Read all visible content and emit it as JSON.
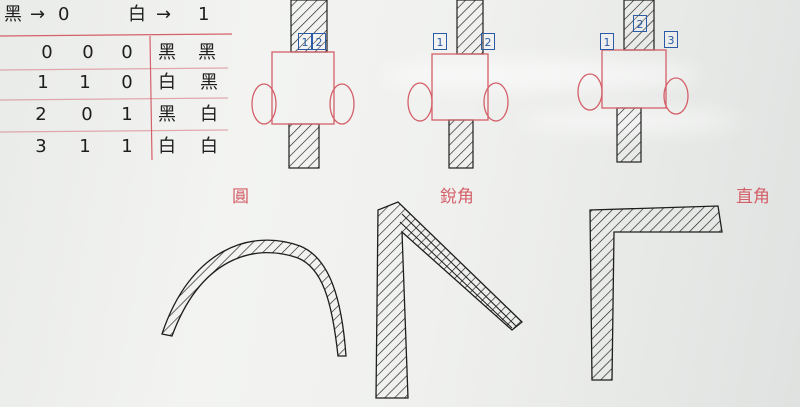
{
  "legend": {
    "black_label": "黑",
    "black_value": "0",
    "white_label": "白",
    "white_value": "1",
    "arrow": "→"
  },
  "table": {
    "rows": [
      {
        "index": "0",
        "a": "0",
        "b": "0",
        "left": "黑",
        "right": "黑"
      },
      {
        "index": "1",
        "a": "1",
        "b": "0",
        "left": "白",
        "right": "黑"
      },
      {
        "index": "2",
        "a": "0",
        "b": "1",
        "left": "黑",
        "right": "白"
      },
      {
        "index": "3",
        "a": "1",
        "b": "1",
        "left": "白",
        "right": "白"
      }
    ]
  },
  "robots": {
    "robot1_sensors": [
      "1",
      "2"
    ],
    "robot2_sensors": [
      "1",
      "2"
    ],
    "robot3_sensors": [
      "1",
      "2",
      "3"
    ]
  },
  "shapes": {
    "circle_label": "圓",
    "acute_label": "銳角",
    "right_label": "直角"
  },
  "colors": {
    "ink_black": "#1e1e1e",
    "ink_red": "#d4606a",
    "ink_blue": "#2a5aa8",
    "board": "#eef0ee"
  }
}
